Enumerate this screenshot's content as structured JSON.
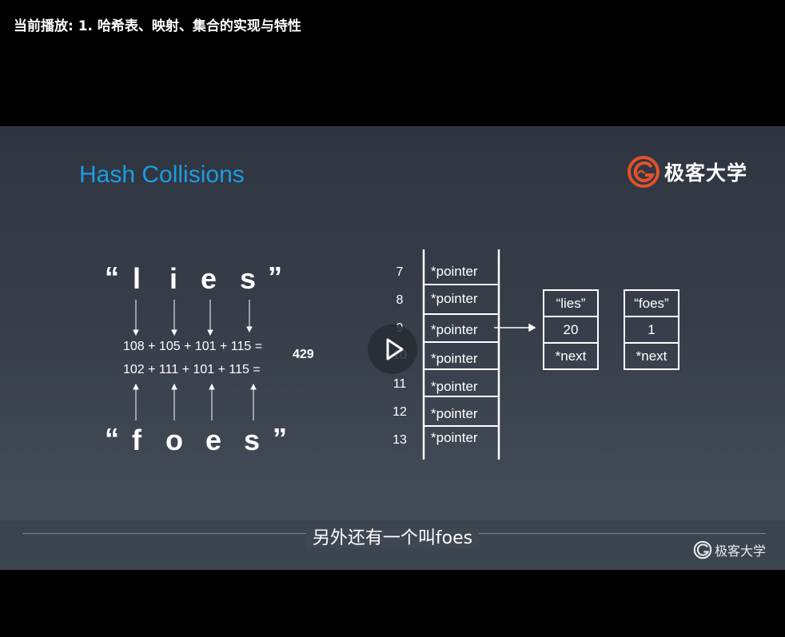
{
  "header": {
    "now_playing": "当前播放: 1. 哈希表、映射、集合的实现与特性"
  },
  "slide": {
    "title": "Hash Collisions",
    "brand": "极客大学",
    "word1": {
      "open": "“",
      "letters": [
        "l",
        "i",
        "e",
        "s"
      ],
      "close": "”"
    },
    "word2": {
      "open": "“",
      "letters": [
        "f",
        "o",
        "e",
        "s"
      ],
      "close": "”"
    },
    "sum1": "108 + 105 + 101 + 115 =",
    "sum2": "102 + 111 + 101 + 115 =",
    "result": "429",
    "indices": [
      "7",
      "8",
      "9",
      "10",
      "11",
      "12",
      "13"
    ],
    "pointer_label": "*pointer",
    "node1": {
      "key": "“lies”",
      "value": "20",
      "next": "*next"
    },
    "node2": {
      "key": "“foes”",
      "value": "1",
      "next": "*next"
    }
  },
  "player": {
    "subtitle": "另外还有一个叫foes",
    "watermark": "极客大学",
    "play_icon": "play-icon",
    "brand_logo_color": "#e3512a",
    "title_color": "#1e9ce0"
  }
}
